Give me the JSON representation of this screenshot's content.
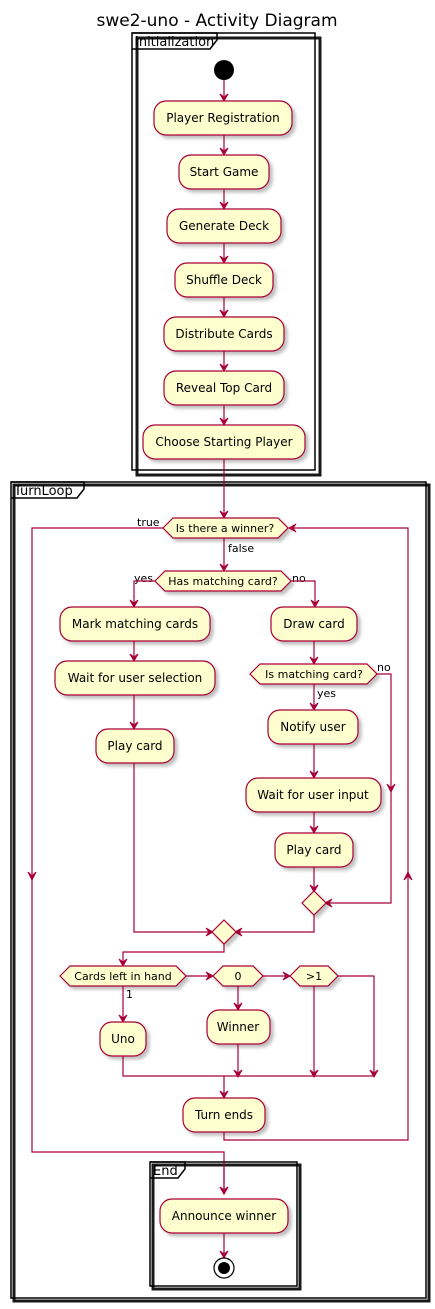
{
  "title": "swe2-uno - Activity Diagram",
  "colors": {
    "fill": "#FEFECE",
    "border": "#A80036",
    "frame": "#000000"
  },
  "packages": {
    "init": "Initialization",
    "loop": "TurnLoop",
    "end": "End"
  },
  "init_steps": [
    "Player Registration",
    "Start Game",
    "Generate Deck",
    "Shuffle Deck",
    "Distribute Cards",
    "Reveal Top Card",
    "Choose Starting Player"
  ],
  "loop": {
    "winner_check": "Is there a winner?",
    "true_label": "true",
    "false_label": "false",
    "has_match": "Has matching card?",
    "yes_label": "yes",
    "no_label": "no",
    "mark_cards": "Mark matching cards",
    "wait_selection": "Wait for user selection",
    "play_card_left": "Play card",
    "draw_card": "Draw card",
    "is_match": "Is matching card?",
    "no2_label": "no",
    "yes2_label": "yes",
    "notify_user": "Notify user",
    "wait_input": "Wait for user input",
    "play_card_right": "Play card",
    "cards_left": "Cards left in hand",
    "one_label": "1",
    "zero": "0",
    "more": ">1",
    "uno": "Uno",
    "winner": "Winner",
    "turn_ends": "Turn ends"
  },
  "end_steps": {
    "announce": "Announce winner"
  }
}
